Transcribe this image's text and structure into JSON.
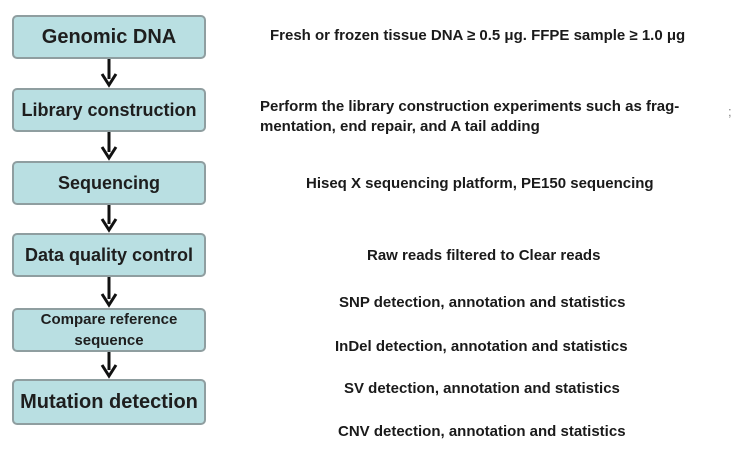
{
  "steps": [
    {
      "label": "Genomic DNA"
    },
    {
      "label": "Library construction"
    },
    {
      "label": "Sequencing"
    },
    {
      "label": "Data quality control"
    },
    {
      "label": "Compare reference sequence"
    },
    {
      "label": "Mutation detection"
    }
  ],
  "descriptions": {
    "dna": "Fresh or frozen tissue DNA ≥ 0.5 μg. FFPE sample ≥ 1.0 μg",
    "library_line1": "Perform the library construction experiments such as frag-",
    "library_line2": "mentation, end repair, and A tail adding",
    "sequencing": "Hiseq X sequencing platform, PE150 sequencing",
    "qc": "Raw reads filtered to Clear reads",
    "snp": "SNP detection, annotation and statistics",
    "indel": "InDel detection, annotation and statistics",
    "sv": "SV detection, annotation and statistics",
    "cnv": "CNV detection, annotation and statistics"
  },
  "edge_mark": ";",
  "colors": {
    "box_fill": "#b9dfe2",
    "box_border": "#8f9ea0",
    "arrow": "#111111"
  }
}
